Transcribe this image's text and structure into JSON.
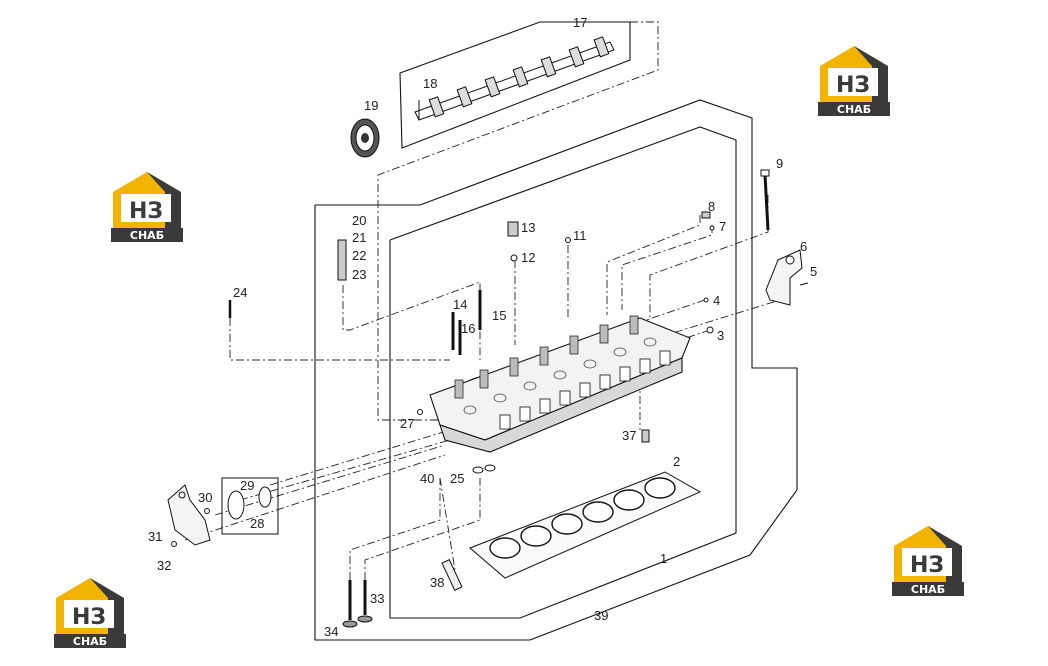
{
  "brand": {
    "logo_letters": "НЗ",
    "logo_word": "СНАБ",
    "colors": {
      "yellow": "#f2b400",
      "dark": "#3a3a3a"
    }
  },
  "callouts": {
    "n1": "1",
    "n2": "2",
    "n3": "3",
    "n4": "4",
    "n5": "5",
    "n6": "6",
    "n7": "7",
    "n8": "8",
    "n9": "9",
    "n11": "11",
    "n12": "12",
    "n13": "13",
    "n14": "14",
    "n15": "15",
    "n16": "16",
    "n17": "17",
    "n18": "18",
    "n19": "19",
    "n20": "20",
    "n21": "21",
    "n22": "22",
    "n23": "23",
    "n24": "24",
    "n25": "25",
    "n27": "27",
    "n28": "28",
    "n29": "29",
    "n30": "30",
    "n31": "31",
    "n32": "32",
    "n33": "33",
    "n34": "34",
    "n37": "37",
    "n38": "38",
    "n39": "39",
    "n40": "40"
  }
}
